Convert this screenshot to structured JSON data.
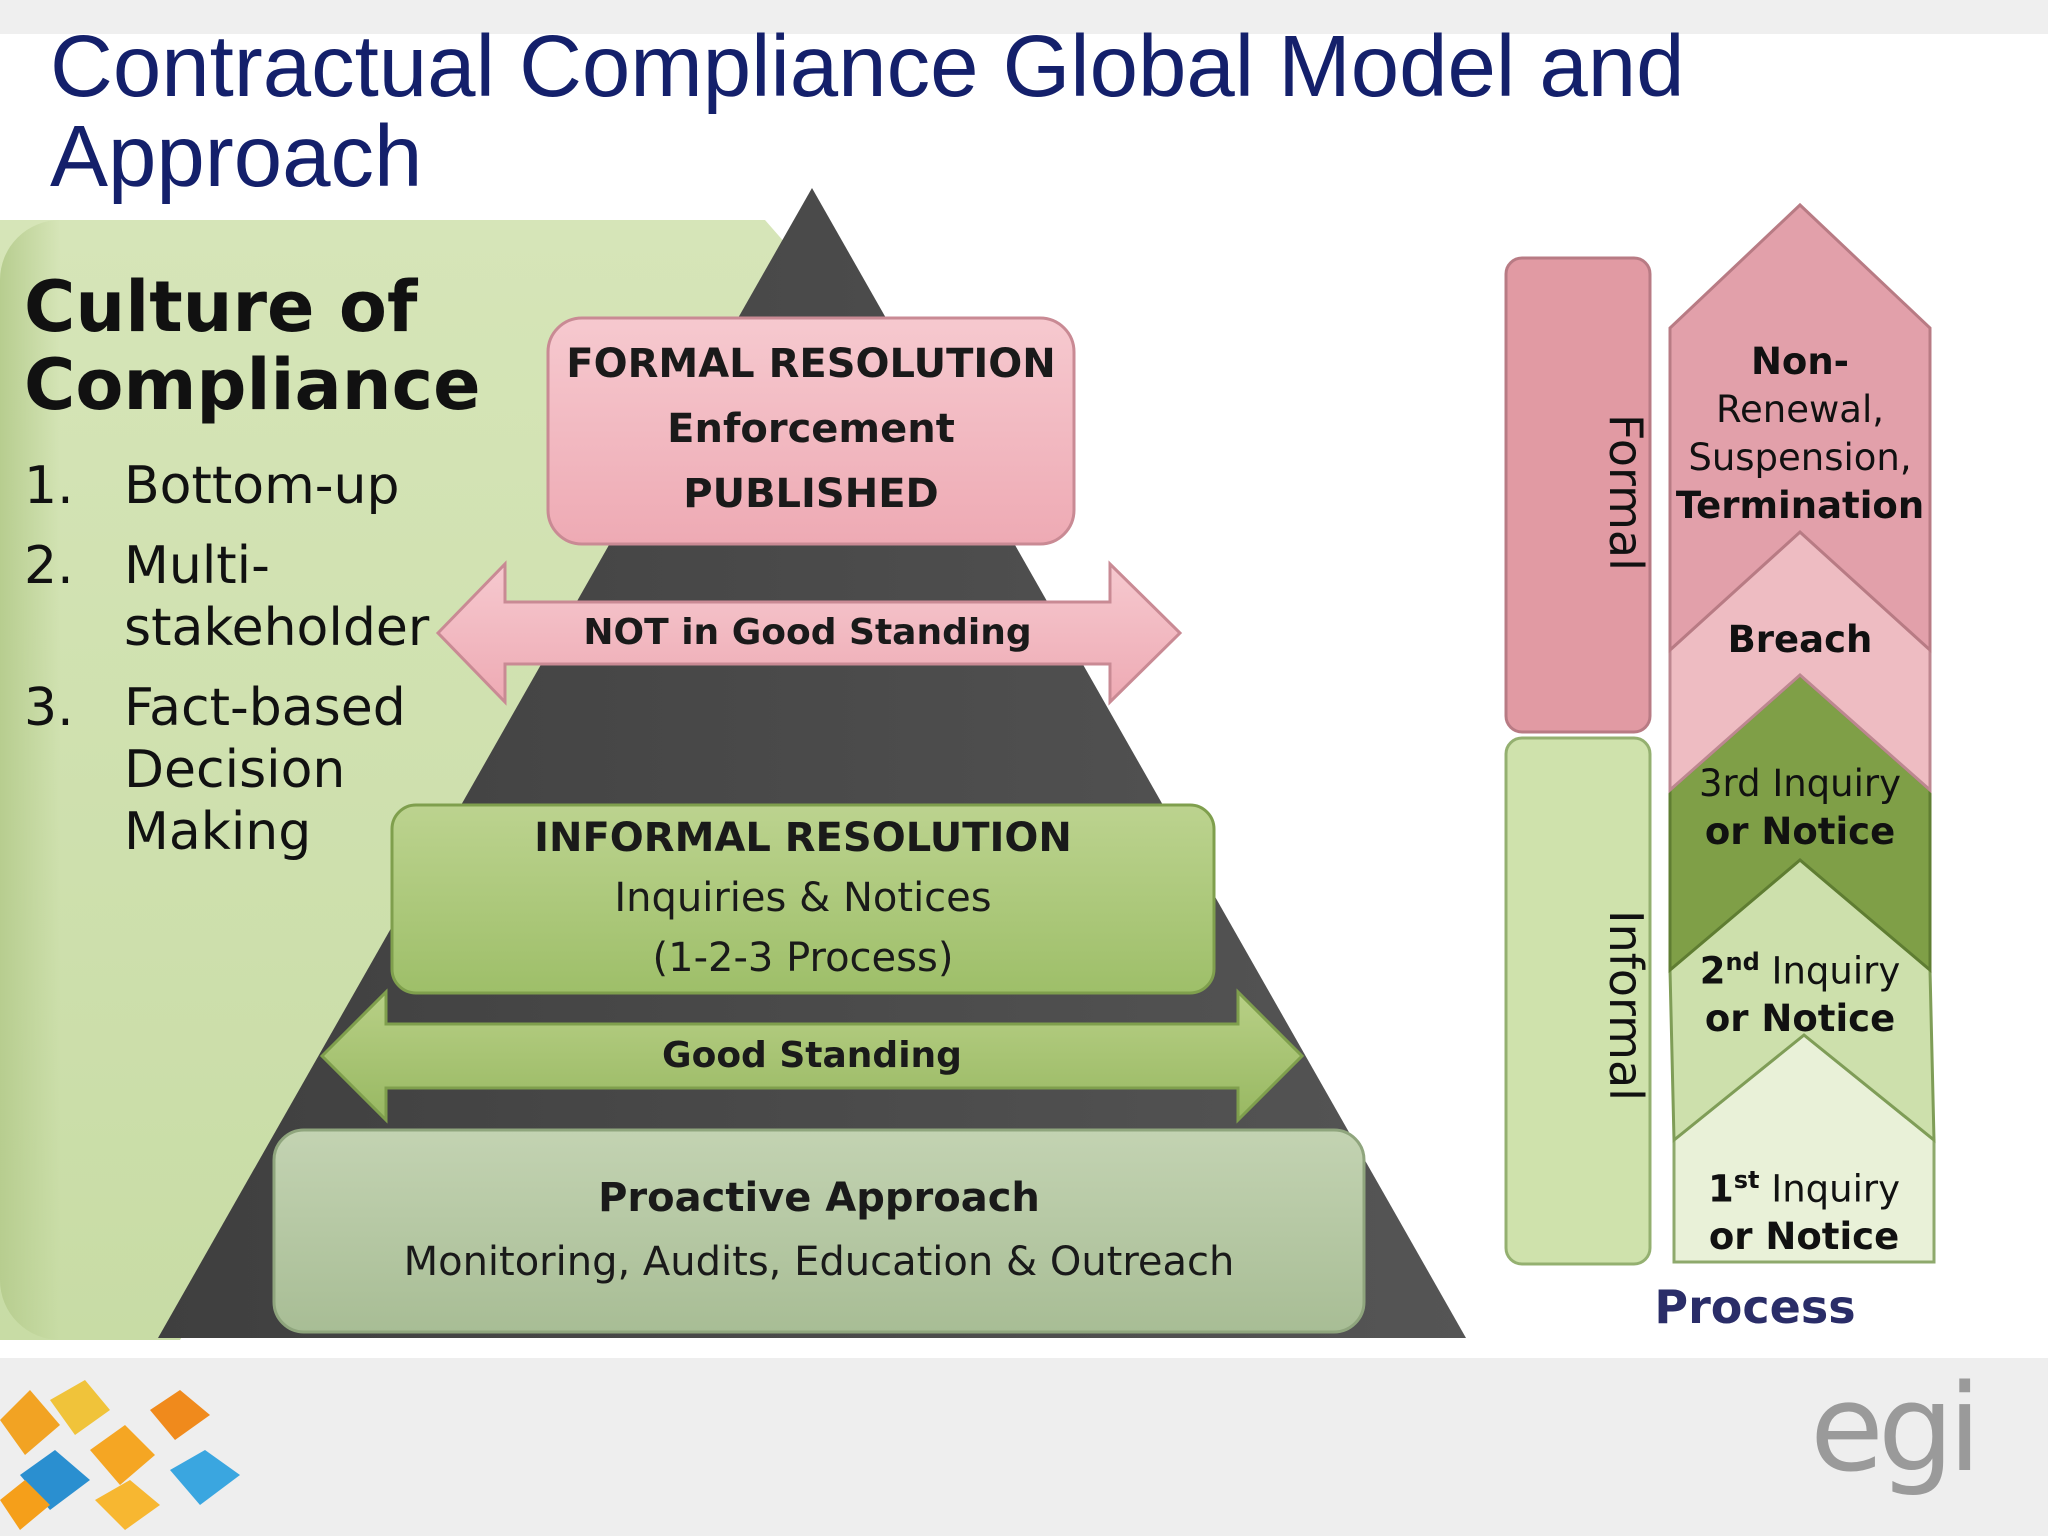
{
  "slide": {
    "title_line1": "Contractual Compliance Global Model and",
    "title_line2": "Approach"
  },
  "culture": {
    "title_line1": "Culture of",
    "title_line2": "Compliance",
    "items": [
      {
        "num": "1.",
        "text": "Bottom-up"
      },
      {
        "num": "2.",
        "text": "Multi-stakeholder"
      },
      {
        "num": "3.",
        "text": "Fact-based Decision Making"
      }
    ]
  },
  "pyramid": {
    "formal_box": {
      "line1": "FORMAL RESOLUTION",
      "line2": "Enforcement",
      "line3": "PUBLISHED"
    },
    "not_good_standing": "NOT in Good Standing",
    "informal_box": {
      "line1": "INFORMAL RESOLUTION",
      "line2": "Inquiries & Notices",
      "line3": "(1-2-3 Process)"
    },
    "good_standing": "Good Standing",
    "proactive_box": {
      "line1": "Proactive Approach",
      "line2": "Monitoring,  Audits, Education & Outreach"
    }
  },
  "process": {
    "formal_label": "Formal",
    "informal_label": "Informal",
    "steps": {
      "nonrenewal": {
        "line1": "Non-",
        "line2": "Renewal,",
        "line3": "Suspension,",
        "line4": "Termination"
      },
      "breach": "Breach",
      "third": {
        "line1": "3rd Inquiry",
        "line2": "or Notice"
      },
      "second": {
        "ordinal": "2",
        "suffix": "nd",
        "line1_rest": " Inquiry",
        "line2": "or Notice"
      },
      "first": {
        "ordinal": "1",
        "suffix": "st",
        "line1_rest": " Inquiry",
        "line2": "or Notice"
      }
    },
    "label": "Process"
  },
  "logos": {
    "right_text": "egi"
  },
  "colors": {
    "title": "#14206b",
    "pyramid": "#4a4a4a",
    "formal_pink": "#f0b7bf",
    "informal_green": "#a4c46e",
    "proactive_sage": "#b2c6a0",
    "culture_green": "#cfe1ae",
    "process_label": "#2a2d68"
  }
}
